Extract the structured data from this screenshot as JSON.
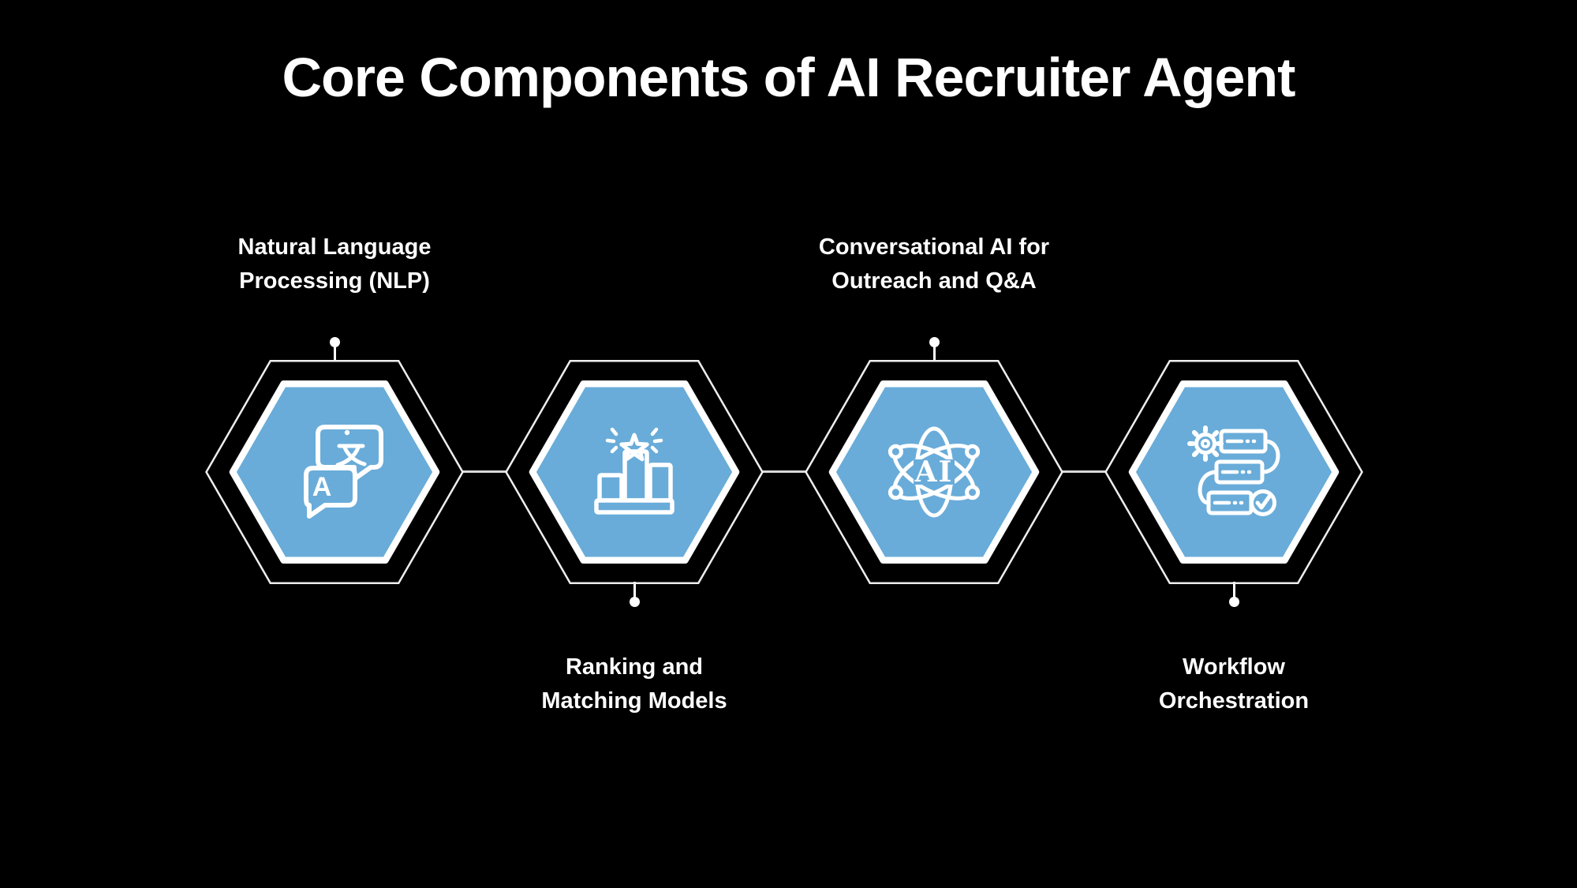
{
  "title": "Core Components of AI Recruiter Agent",
  "colors": {
    "background": "#000000",
    "accent": "#69acd9",
    "icon_stroke": "#ffffff",
    "hex_border": "#ffffff",
    "outer_hex_stroke": "#eeeeee",
    "connector": "#d9d9d9",
    "text": "#ffffff"
  },
  "components": [
    {
      "id": "nlp",
      "label_line1": "Natural Language",
      "label_line2": "Processing (NLP)",
      "label_position": "top",
      "icon": "translation-icon"
    },
    {
      "id": "ranking",
      "label_line1": "Ranking and",
      "label_line2": "Matching Models",
      "label_position": "bottom",
      "icon": "ranking-podium-icon"
    },
    {
      "id": "conversational",
      "label_line1": "Conversational AI for",
      "label_line2": "Outreach and Q&A",
      "label_position": "top",
      "icon": "ai-atom-icon"
    },
    {
      "id": "workflow",
      "label_line1": "Workflow",
      "label_line2": "Orchestration",
      "label_position": "bottom",
      "icon": "workflow-icon"
    }
  ],
  "icon_text": {
    "translation_char": "A",
    "ai_label": "AI"
  }
}
